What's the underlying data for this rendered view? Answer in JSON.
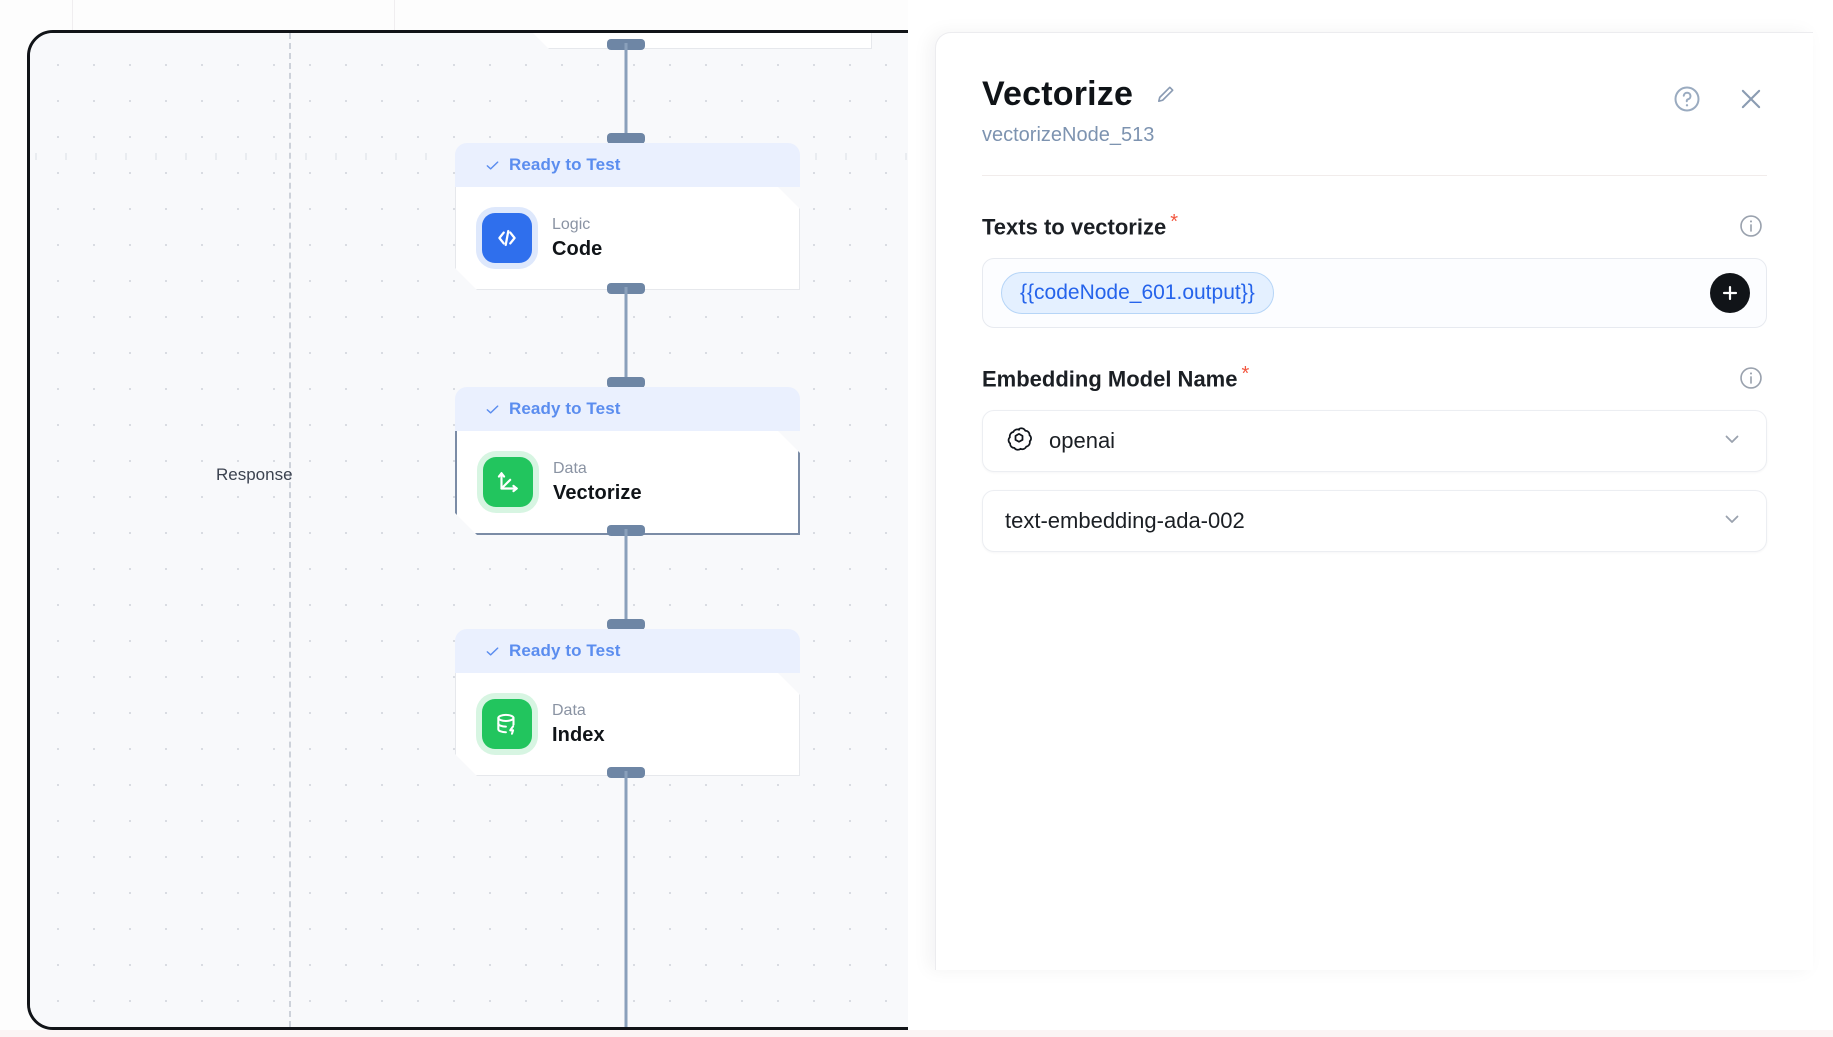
{
  "canvas": {
    "response_label": "Response",
    "status_label": "Ready to Test",
    "nodes": [
      {
        "category": "Logic",
        "title": "Code",
        "icon": "code-icon",
        "status": "Ready to Test"
      },
      {
        "category": "Data",
        "title": "Vectorize",
        "icon": "vector-axes-icon",
        "status": "Ready to Test"
      },
      {
        "category": "Data",
        "title": "Index",
        "icon": "database-bolt-icon",
        "status": "Ready to Test"
      }
    ]
  },
  "panel": {
    "title": "Vectorize",
    "edit_icon": "pencil-icon",
    "subtitle": "vectorizeNode_513",
    "help_icon": "help-circle-icon",
    "close_icon": "close-icon",
    "fields": {
      "texts": {
        "label": "Texts to vectorize",
        "required_marker": "*",
        "info_icon": "info-icon",
        "token": "{{codeNode_601.output}}",
        "add_icon": "plus-icon"
      },
      "embedding": {
        "label": "Embedding Model Name",
        "required_marker": "*",
        "info_icon": "info-icon",
        "provider_value": "openai",
        "provider_icon": "openai-logo-icon",
        "provider_chevron": "chevron-down-icon",
        "model_value": "text-embedding-ada-002",
        "model_chevron": "chevron-down-icon"
      }
    }
  },
  "colors": {
    "accent_blue": "#5b8def",
    "token_blue": "#2563eb",
    "green": "#22c55e",
    "code_blue": "#2f6fed",
    "required_red": "#f2563f"
  }
}
